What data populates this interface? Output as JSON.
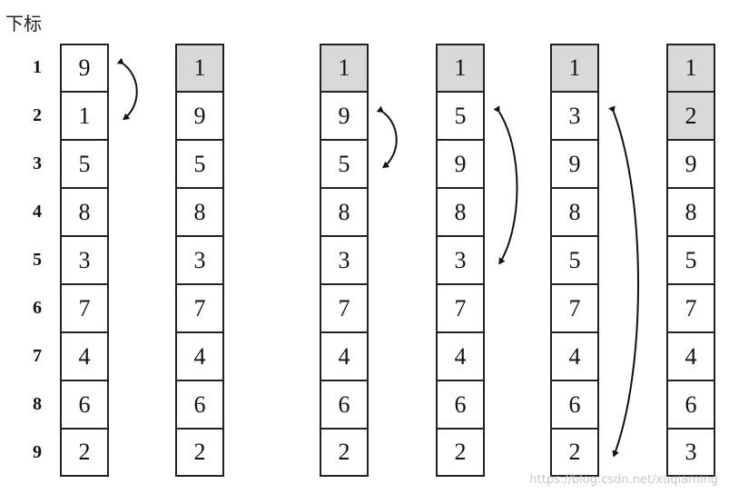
{
  "header_label": "下标",
  "indices": [
    "1",
    "2",
    "3",
    "4",
    "5",
    "6",
    "7",
    "8",
    "9"
  ],
  "columns": [
    {
      "values": [
        "9",
        "1",
        "5",
        "8",
        "3",
        "7",
        "4",
        "6",
        "2"
      ],
      "shaded_rows": []
    },
    {
      "values": [
        "1",
        "9",
        "5",
        "8",
        "3",
        "7",
        "4",
        "6",
        "2"
      ],
      "shaded_rows": [
        0
      ]
    },
    {
      "values": [
        "1",
        "9",
        "5",
        "8",
        "3",
        "7",
        "4",
        "6",
        "2"
      ],
      "shaded_rows": [
        0
      ]
    },
    {
      "values": [
        "1",
        "5",
        "9",
        "8",
        "3",
        "7",
        "4",
        "6",
        "2"
      ],
      "shaded_rows": [
        0
      ]
    },
    {
      "values": [
        "1",
        "3",
        "9",
        "8",
        "5",
        "7",
        "4",
        "6",
        "2"
      ],
      "shaded_rows": [
        0
      ]
    },
    {
      "values": [
        "1",
        "2",
        "9",
        "8",
        "5",
        "7",
        "4",
        "6",
        "3"
      ],
      "shaded_rows": [
        0,
        1
      ]
    }
  ],
  "swap_arrows": [
    {
      "after_column": 0,
      "from_row": 0,
      "to_row": 1
    },
    {
      "after_column": 2,
      "from_row": 1,
      "to_row": 2
    },
    {
      "after_column": 3,
      "from_row": 1,
      "to_row": 4
    },
    {
      "after_column": 4,
      "from_row": 1,
      "to_row": 8
    }
  ],
  "colors": {
    "cell_border": "#222222",
    "sorted_fill": "#d9d9d9",
    "arrow": "#111111"
  },
  "watermark": "https://blog.csdn.net/xuqiaming"
}
